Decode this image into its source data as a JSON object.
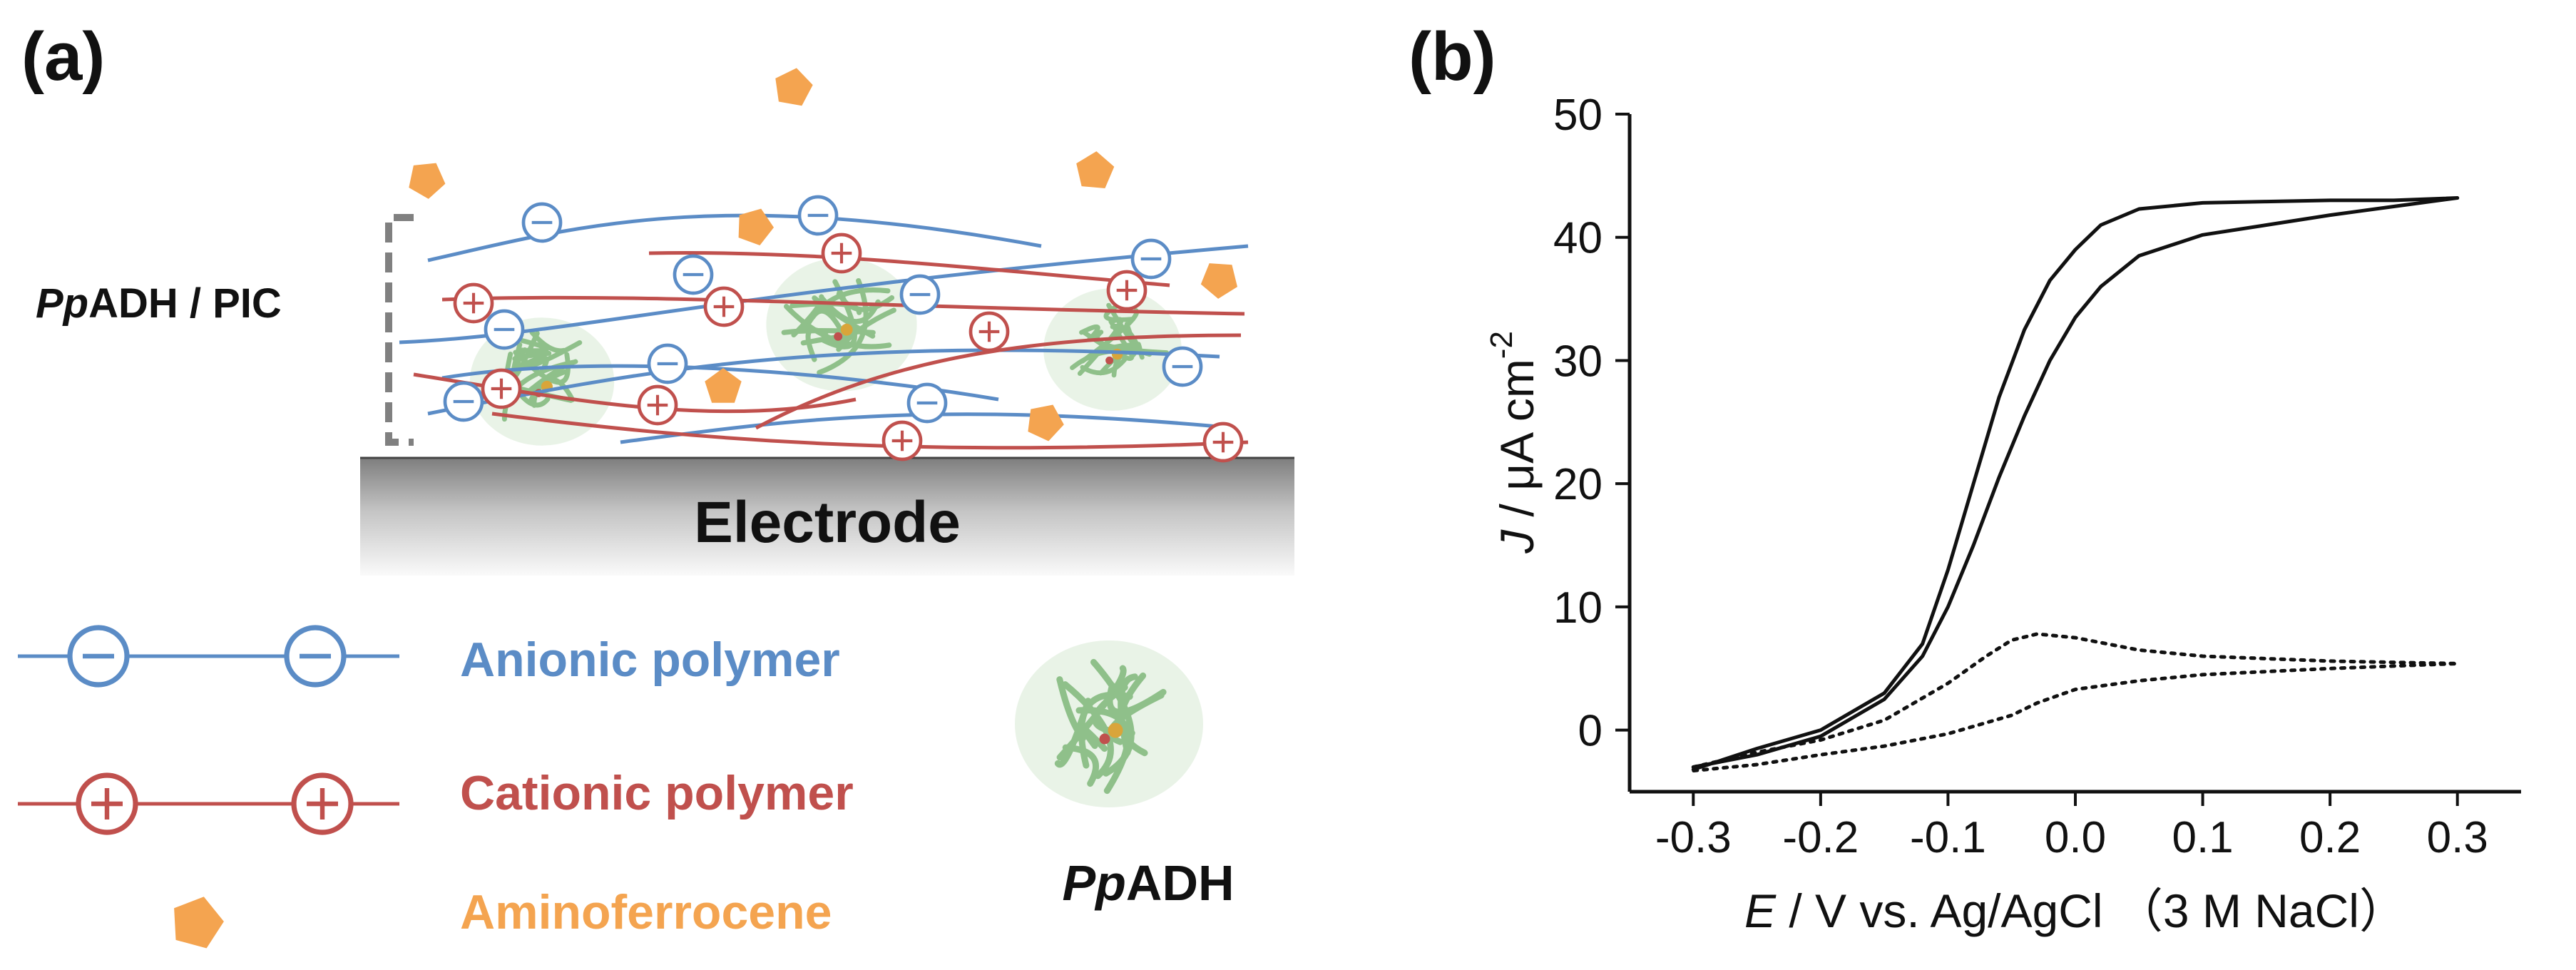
{
  "panels": {
    "a": {
      "label": "(a)",
      "bracket_label_italic": "Pp",
      "bracket_label_rest": "ADH / PIC",
      "electrode_label": "Electrode",
      "legend": {
        "anionic": "Anionic polymer",
        "cationic": "Cationic polymer",
        "mediator": "Aminoferrocene",
        "enzyme_italic": "Pp",
        "enzyme_rest": "ADH"
      },
      "colors": {
        "anionic": "#5b8cc6",
        "cationic": "#c0504d",
        "mediator": "#f4a450",
        "enzyme": "#8fc08a"
      }
    },
    "b": {
      "label": "(b)"
    }
  },
  "chart_data": {
    "type": "line",
    "xlabel_italic": "E",
    "xlabel_rest": " / V vs. Ag/AgCl （3 M NaCl）",
    "ylabel_italic": "J",
    "ylabel_rest": " / μA cm",
    "ylabel_sup": "-2",
    "xlim": [
      -0.35,
      0.35
    ],
    "ylim": [
      -5,
      50
    ],
    "xticks": [
      "-0.3",
      "-0.2",
      "-0.1",
      "0.0",
      "0.1",
      "0.2",
      "0.3"
    ],
    "yticks": [
      "0",
      "10",
      "20",
      "30",
      "40",
      "50"
    ],
    "grid": false,
    "series": [
      {
        "style": "solid",
        "x": [
          -0.3,
          -0.25,
          -0.2,
          -0.15,
          -0.12,
          -0.1,
          -0.08,
          -0.06,
          -0.04,
          -0.02,
          0.0,
          0.02,
          0.05,
          0.1,
          0.15,
          0.2,
          0.25,
          0.3,
          0.25,
          0.2,
          0.15,
          0.1,
          0.05,
          0.02,
          0.0,
          -0.02,
          -0.04,
          -0.06,
          -0.08,
          -0.1,
          -0.12,
          -0.15,
          -0.2,
          -0.25,
          -0.3
        ],
        "y": [
          -3.2,
          -1.5,
          0.0,
          3.0,
          7.0,
          13.0,
          20.0,
          27.0,
          32.5,
          36.5,
          39.0,
          41.0,
          42.3,
          42.8,
          42.9,
          43.0,
          43.0,
          43.2,
          42.5,
          41.8,
          41.0,
          40.2,
          38.5,
          36.0,
          33.5,
          30.0,
          25.5,
          20.5,
          15.0,
          10.0,
          6.0,
          2.5,
          -0.5,
          -2.0,
          -3.0
        ]
      },
      {
        "style": "dotted",
        "x": [
          -0.3,
          -0.25,
          -0.2,
          -0.15,
          -0.1,
          -0.07,
          -0.05,
          -0.03,
          0.0,
          0.05,
          0.1,
          0.2,
          0.3,
          0.2,
          0.1,
          0.05,
          0.0,
          -0.03,
          -0.05,
          -0.1,
          -0.15,
          -0.2,
          -0.25,
          -0.3
        ],
        "y": [
          -3.0,
          -1.8,
          -0.8,
          0.8,
          3.8,
          6.0,
          7.3,
          7.8,
          7.5,
          6.5,
          6.0,
          5.6,
          5.4,
          5.0,
          4.5,
          4.0,
          3.3,
          2.2,
          1.2,
          -0.3,
          -1.3,
          -2.0,
          -2.8,
          -3.3
        ]
      }
    ]
  }
}
